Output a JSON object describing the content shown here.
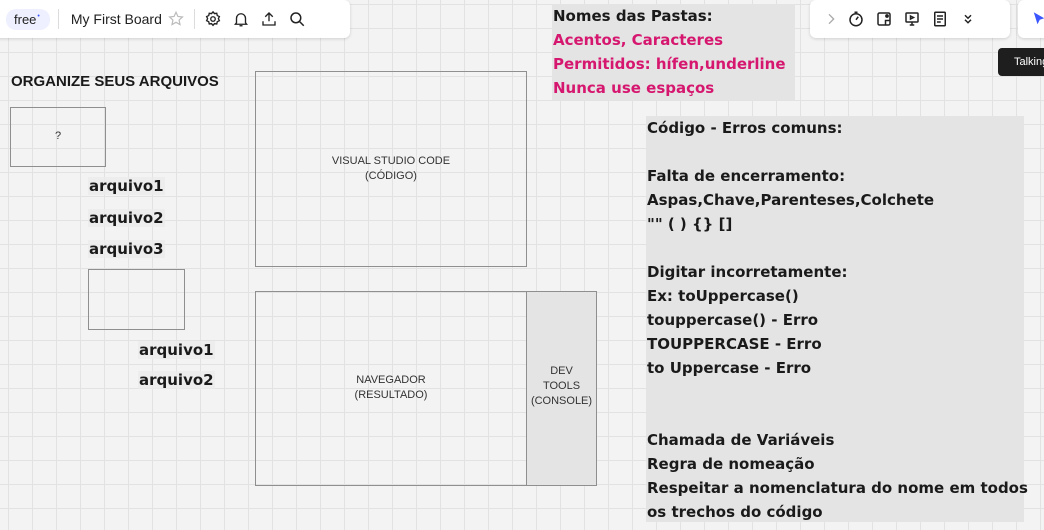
{
  "toolbar": {
    "plan_label": "free",
    "plan_badge": "•",
    "board_name": "My First Board",
    "tooltip": "Talking"
  },
  "icons": {
    "star": "star-icon",
    "settings": "settings-icon",
    "bell": "bell-icon",
    "upload": "upload-icon",
    "search": "search-icon",
    "chevron_right": "chevron-right-icon",
    "timer": "timer-icon",
    "sticky": "sticky-note-icon",
    "present": "presentation-icon",
    "notes": "notes-icon",
    "more": "double-chevron-down-icon",
    "cursor": "cursor-icon"
  },
  "colors": {
    "pink": "#d6176f",
    "dark": "#1a1a1a",
    "sticky": "#e4e4e4",
    "accent": "#3b55ff"
  },
  "board": {
    "heading": "ORGANIZE SEUS ARQUIVOS",
    "folder1_label": "?",
    "files_level1": [
      "arquivo1",
      "arquivo2",
      "arquivo3"
    ],
    "files_level2": [
      "arquivo1",
      "arquivo2"
    ],
    "vscode_label": [
      "VISUAL STUDIO CODE",
      "(CÓDIGO)"
    ],
    "browser_label": [
      "NAVEGADOR",
      "(RESULTADO)"
    ],
    "devtools_label": [
      "DEV",
      "TOOLS",
      "(CONSOLE)"
    ]
  },
  "sticky_top": {
    "title": "Nomes das Pastas:",
    "lines": [
      "Acentos, Caracteres",
      "Permitidos: hífen,underline",
      "Nunca use espaços"
    ]
  },
  "sticky_right": {
    "lines": [
      "Código - Erros comuns:",
      "",
      "Falta de encerramento:",
      "Aspas,Chave,Parenteses,Colchete",
      "\"\" ( ) {} []",
      "",
      "Digitar incorretamente:",
      "Ex: toUppercase()",
      "touppercase() - Erro",
      "TOUPPERCASE - Erro",
      "to Uppercase - Erro",
      "",
      "",
      "Chamada de Variáveis",
      "Regra de nomeação",
      "Respeitar a nomenclatura do nome em todos",
      "os trechos do código"
    ]
  }
}
